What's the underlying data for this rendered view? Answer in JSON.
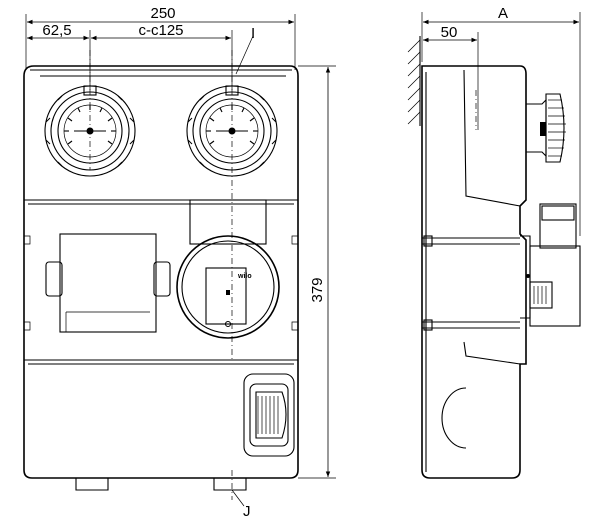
{
  "front_view": {
    "dim_overall_width": "250",
    "dim_offset": "62,5",
    "dim_center_distance": "c-c125",
    "dim_height": "379",
    "callout_top": "I",
    "callout_bottom": "J",
    "pump_brand": "wilo"
  },
  "side_view": {
    "dim_depth": "A",
    "dim_wall_offset": "50"
  }
}
